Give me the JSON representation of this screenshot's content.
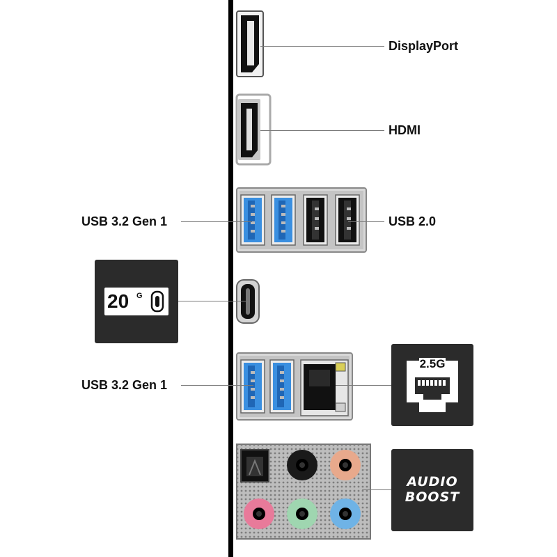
{
  "labels": {
    "displayport": "DisplayPort",
    "hdmi": "HDMI",
    "usb32_top": "USB 3.2 Gen 1",
    "usb20": "USB 2.0",
    "usb32_bottom": "USB 3.2 Gen 1"
  },
  "badges": {
    "usb20g": {
      "number": "20",
      "superscript": "G",
      "icon": "usb-c-20g-icon"
    },
    "lan": {
      "speed": "2.5G",
      "icon": "ethernet-port-icon"
    },
    "audio": {
      "line1": "AUDIO",
      "line2": "BOOST"
    }
  },
  "colors": {
    "usb3_blue": "#3a8fe0",
    "usb2_black": "#111111",
    "badge_bg": "#2b2b2b",
    "leader_line": "#7a7a7a",
    "jack_orange": "#e8a98c",
    "jack_pink": "#e87a9a",
    "jack_green": "#9fd6b0",
    "jack_blue": "#6fb3e6"
  }
}
